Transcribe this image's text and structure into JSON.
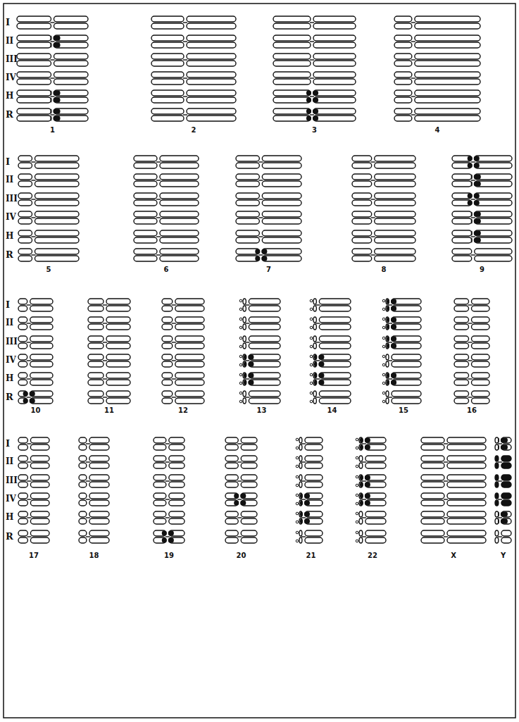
{
  "diagram": {
    "labels": [
      "I",
      "II",
      "III",
      "IV",
      "H",
      "R",
      "1",
      "2",
      "3",
      "4",
      "I",
      "II",
      "III",
      "IV",
      "H",
      "R",
      "5",
      "6",
      "7",
      "8",
      "9",
      "I",
      "II",
      "III",
      "IV",
      "H",
      "R",
      "10",
      "11",
      "12",
      "13",
      "14",
      "15",
      "16",
      "I",
      "II",
      "III",
      "IV",
      "H",
      "R",
      "17",
      "18",
      "19",
      "20",
      "21",
      "22",
      "X",
      "Y"
    ]
  }
}
